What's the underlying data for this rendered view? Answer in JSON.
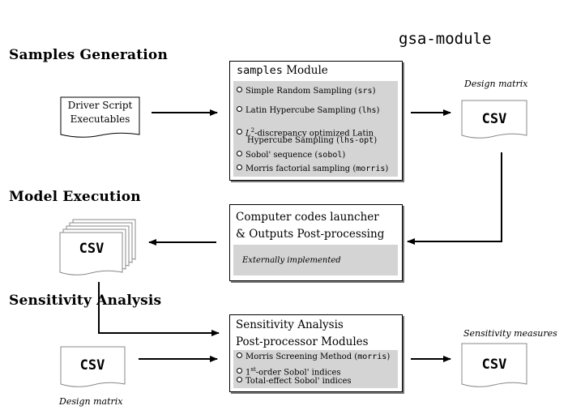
{
  "title": "gsa-module",
  "sections": {
    "samples": "Samples Generation",
    "model": "Model Execution",
    "sensitivity": "Sensitivity Analysis"
  },
  "driver_doc": {
    "line1": "Driver Script",
    "line2": "Executables"
  },
  "samples_module": {
    "title_mono": "samples",
    "title_rest": " Module",
    "items": [
      {
        "text": "Simple Random Sampling (",
        "code": "srs",
        "tail": ")"
      },
      {
        "text": "Latin Hypercube Sampling (",
        "code": "lhs",
        "tail": ")"
      },
      {
        "text_a": "L",
        "sup": "2",
        "text_b": "-discrepancy optimized Latin",
        "line2": "Hypercube Sampling (",
        "code": "lhs-opt",
        "tail": ")"
      },
      {
        "text": "Sobol' sequence (",
        "code": "sobol",
        "tail": ")"
      },
      {
        "text": "Morris factorial sampling (",
        "code": "morris",
        "tail": ")"
      }
    ]
  },
  "launcher_module": {
    "line1": "Computer codes launcher",
    "line2": "& Outputs Post-processing",
    "note": "Externally implemented"
  },
  "sa_module": {
    "line1": "Sensitivity Analysis",
    "line2": "Post-processor Modules",
    "items": [
      {
        "text": "Morris Screening Method (",
        "code": "morris",
        "tail": ")"
      },
      {
        "text_a": "1",
        "sup": "st",
        "text_b": "-order Sobol' indices"
      },
      {
        "text": "Total-effect Sobol' indices"
      }
    ]
  },
  "csv_label": "CSV",
  "captions": {
    "design_top": "Design matrix",
    "design_bottom": "Design matrix",
    "sensitivity": "Sensitivity measures"
  }
}
